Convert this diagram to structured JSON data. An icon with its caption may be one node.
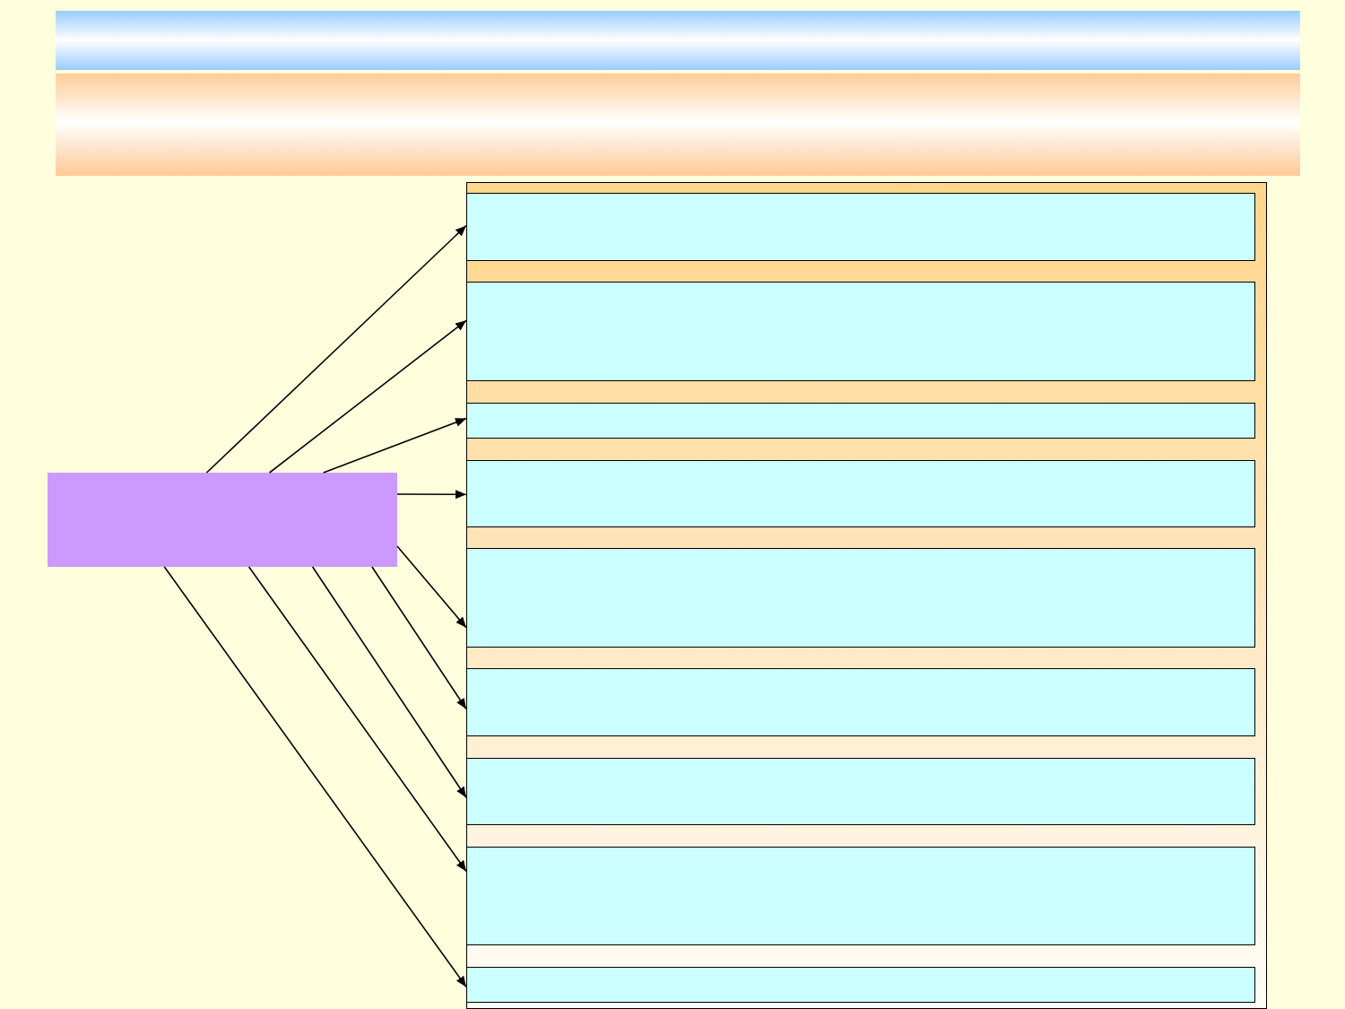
{
  "diagram": {
    "nodes": [
      {
        "text": [],
        "shape": "box"
      },
      {
        "text": [],
        "shape": "box"
      },
      {
        "text": [],
        "shape": "box",
        "in": 1
      },
      {
        "text": [],
        "shape": "box",
        "in": 1
      },
      {
        "text": [],
        "shape": "box",
        "in": 1
      },
      {
        "text": [],
        "shape": "box",
        "in": 1
      },
      {
        "text": [],
        "shape": "box",
        "in": 1
      },
      {
        "text": [],
        "shape": "box",
        "in": 1
      },
      {
        "text": [],
        "shape": "box",
        "in": 1
      },
      {
        "text": [],
        "shape": "box",
        "in": 1
      },
      {
        "text": [],
        "shape": "box",
        "in": 1
      }
    ],
    "edges": [
      {
        "from": 0,
        "to": 2,
        "arrow": "to"
      },
      {
        "from": 0,
        "to": 3,
        "arrow": "to"
      },
      {
        "from": 0,
        "to": 4,
        "arrow": "to"
      },
      {
        "from": 0,
        "to": 5,
        "arrow": "to"
      },
      {
        "from": 0,
        "to": 6,
        "arrow": "to"
      },
      {
        "from": 0,
        "to": 7,
        "arrow": "to"
      },
      {
        "from": 0,
        "to": 8,
        "arrow": "to"
      },
      {
        "from": 0,
        "to": 9,
        "arrow": "to"
      },
      {
        "from": 0,
        "to": 10,
        "arrow": "to"
      }
    ]
  }
}
